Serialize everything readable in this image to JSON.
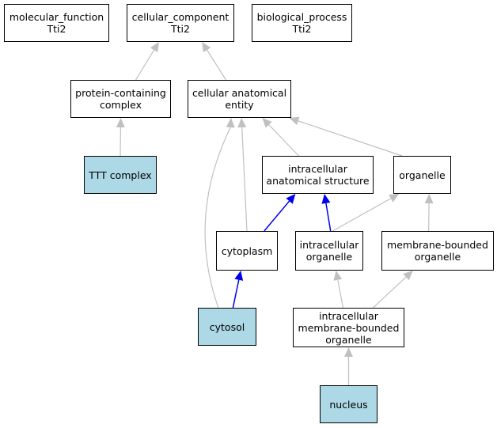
{
  "colors": {
    "node_fill": "#ffffff",
    "highlight_fill": "#add8e6",
    "is_a_edge": "#c0c0c0",
    "part_of_edge": "#0000ee"
  },
  "nodes": {
    "mf": {
      "label": "molecular_function\nTti2",
      "highlighted": false
    },
    "cc": {
      "label": "cellular_component\nTti2",
      "highlighted": false
    },
    "bp": {
      "label": "biological_process\nTti2",
      "highlighted": false
    },
    "pcc": {
      "label": "protein-containing\ncomplex",
      "highlighted": false
    },
    "cae": {
      "label": "cellular anatomical\nentity",
      "highlighted": false
    },
    "ttt": {
      "label": "TTT complex",
      "highlighted": true
    },
    "ias": {
      "label": "intracellular\nanatomical structure",
      "highlighted": false
    },
    "org": {
      "label": "organelle",
      "highlighted": false
    },
    "cyt": {
      "label": "cytoplasm",
      "highlighted": false
    },
    "io": {
      "label": "intracellular\norganelle",
      "highlighted": false
    },
    "mbo": {
      "label": "membrane-bounded\norganelle",
      "highlighted": false
    },
    "csl": {
      "label": "cytosol",
      "highlighted": true
    },
    "imbo": {
      "label": "intracellular\nmembrane-bounded\norganelle",
      "highlighted": false
    },
    "nuc": {
      "label": "nucleus",
      "highlighted": true
    }
  },
  "edges": [
    {
      "from": "pcc",
      "to": "cc",
      "type": "is_a"
    },
    {
      "from": "cae",
      "to": "cc",
      "type": "is_a"
    },
    {
      "from": "ttt",
      "to": "pcc",
      "type": "is_a"
    },
    {
      "from": "csl",
      "to": "cae",
      "type": "is_a"
    },
    {
      "from": "cyt",
      "to": "cae",
      "type": "is_a"
    },
    {
      "from": "ias",
      "to": "cae",
      "type": "is_a"
    },
    {
      "from": "org",
      "to": "cae",
      "type": "is_a"
    },
    {
      "from": "cyt",
      "to": "ias",
      "type": "part_of"
    },
    {
      "from": "io",
      "to": "ias",
      "type": "part_of"
    },
    {
      "from": "io",
      "to": "org",
      "type": "is_a"
    },
    {
      "from": "mbo",
      "to": "org",
      "type": "is_a"
    },
    {
      "from": "csl",
      "to": "cyt",
      "type": "part_of"
    },
    {
      "from": "imbo",
      "to": "io",
      "type": "is_a"
    },
    {
      "from": "imbo",
      "to": "mbo",
      "type": "is_a"
    },
    {
      "from": "nuc",
      "to": "imbo",
      "type": "is_a"
    }
  ]
}
